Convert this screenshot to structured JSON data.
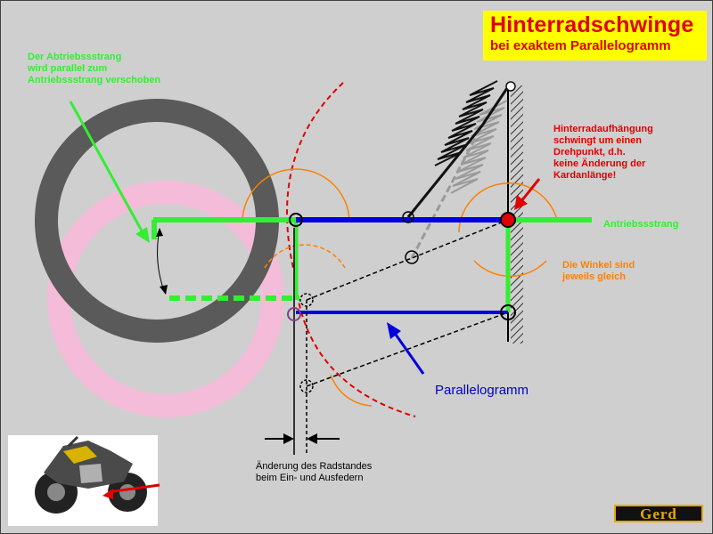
{
  "title": "Hinterradschwinge",
  "subtitle": "bei exaktem Parallelogramm",
  "notes": {
    "output_shaft": "Der Abtriebssstrang\nwird parallel zum\nAntriebssstrang verschoben",
    "suspension": "Hinterradaufhängung\nschwingt um einen\nDrehpunkt, d.h.\nkeine Änderung der\nKardanlänge!",
    "angles": "Die Winkel sind\njeweils gleich"
  },
  "labels": {
    "drive_shaft": "Antriebssstrang",
    "parallelogram": "Parallelogramm",
    "wheelbase_change": "Änderung des Radstandes\nbeim Ein- und Ausfedern"
  },
  "logo": "Gerd",
  "colors": {
    "background": "#cfcfcf",
    "title_box": "#ffff00",
    "title_text": "#e00000",
    "drive_shaft": "#33ee33",
    "link": "#0000dd",
    "red_arc": "#e00000",
    "orange_arc": "#ff7f00",
    "tire_dark": "#5a5a5a",
    "tire_light": "#f4bcd8"
  },
  "icons": [
    "motorcycle-icon",
    "gerd-logo"
  ]
}
